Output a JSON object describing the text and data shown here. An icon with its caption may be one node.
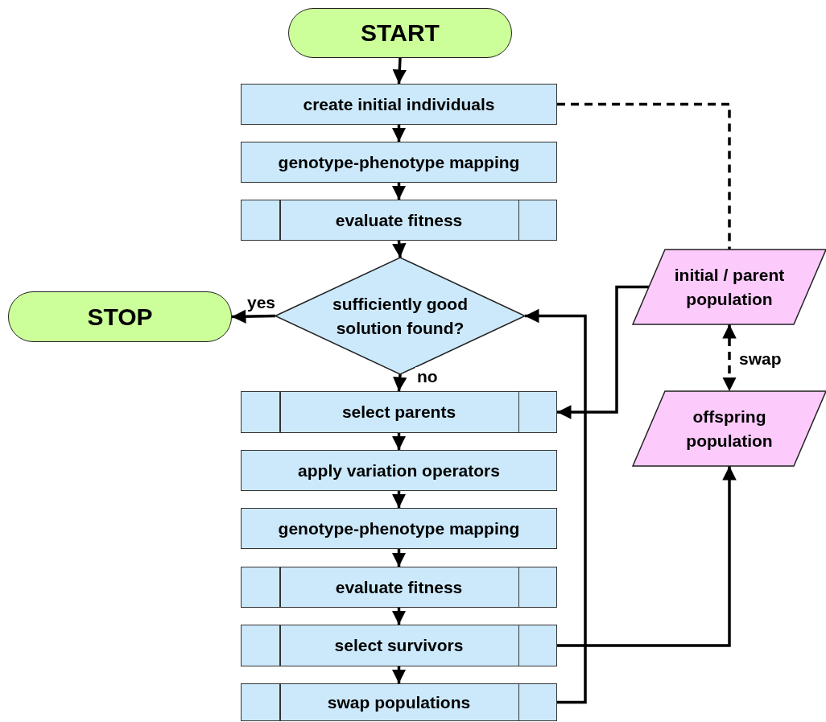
{
  "diagram": {
    "nodes": [
      {
        "text": [
          "START"
        ]
      },
      {
        "text": [
          "create initial individuals"
        ]
      },
      {
        "text": [
          "genotype-phenotype mapping"
        ]
      },
      {
        "text": [
          "evaluate fitness"
        ]
      },
      {
        "text": [
          "sufficiently good solution found?"
        ]
      },
      {
        "text": [
          "STOP"
        ]
      },
      {
        "text": [
          "select parents"
        ]
      },
      {
        "text": [
          "apply variation operators"
        ]
      },
      {
        "text": [
          "genotype-phenotype mapping"
        ]
      },
      {
        "text": [
          "evaluate fitness"
        ]
      },
      {
        "text": [
          "select survivors"
        ]
      },
      {
        "text": [
          "swap populations"
        ]
      },
      {
        "text": [
          "initial / parent population"
        ]
      },
      {
        "text": [
          "offspring population"
        ]
      }
    ],
    "edges": [
      {
        "from": 0,
        "to": 1,
        "arrow": "to"
      },
      {
        "from": 1,
        "to": 2,
        "arrow": "to"
      },
      {
        "from": 2,
        "to": 3,
        "arrow": "to"
      },
      {
        "from": 3,
        "to": 4,
        "arrow": "to"
      },
      {
        "from": 4,
        "to": 5,
        "arrow": "to",
        "label": "yes"
      },
      {
        "from": 4,
        "to": 6,
        "arrow": "to",
        "label": "no"
      },
      {
        "from": 6,
        "to": 7,
        "arrow": "to"
      },
      {
        "from": 7,
        "to": 8,
        "arrow": "to"
      },
      {
        "from": 8,
        "to": 9,
        "arrow": "to"
      },
      {
        "from": 9,
        "to": 10,
        "arrow": "to"
      },
      {
        "from": 10,
        "to": 11,
        "arrow": "to"
      },
      {
        "from": 11,
        "to": 4,
        "arrow": "to"
      },
      {
        "from": 1,
        "to": 12,
        "arrow": "none",
        "style": "dashed"
      },
      {
        "from": 12,
        "to": 6,
        "arrow": "to"
      },
      {
        "from": 12,
        "to": 13,
        "arrow": "both",
        "style": "dashed",
        "label": "swap"
      },
      {
        "from": 10,
        "to": 13,
        "arrow": "to"
      }
    ]
  }
}
